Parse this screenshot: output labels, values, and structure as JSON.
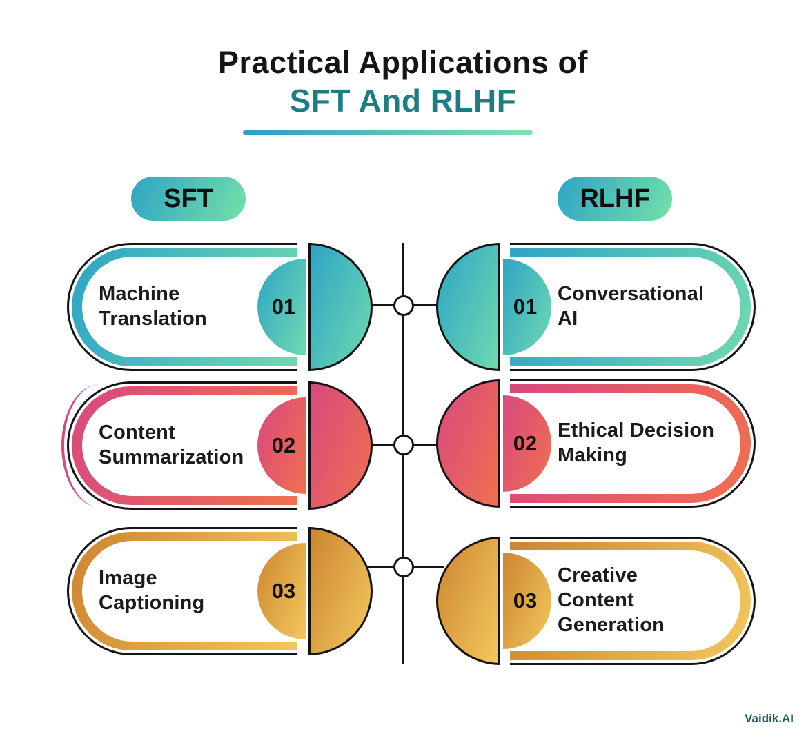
{
  "title": {
    "line1": "Practical Applications of",
    "line2": "SFT And RLHF"
  },
  "columns": {
    "left_header": "SFT",
    "right_header": "RLHF"
  },
  "items": {
    "left": [
      {
        "number": "01",
        "label": "Machine Translation",
        "theme": "teal"
      },
      {
        "number": "02",
        "label": "Content Summarization",
        "theme": "pink"
      },
      {
        "number": "03",
        "label": "Image Captioning",
        "theme": "gold"
      }
    ],
    "right": [
      {
        "number": "01",
        "label": "Conversational AI",
        "theme": "teal"
      },
      {
        "number": "02",
        "label": "Ethical Decision Making",
        "theme": "pink"
      },
      {
        "number": "03",
        "label": "Creative Content Generation",
        "theme": "gold"
      }
    ]
  },
  "colors": {
    "teal_gradient_start": "#2ea4c5",
    "teal_gradient_end": "#6fdab0",
    "pink_gradient_start": "#d7497f",
    "pink_gradient_end": "#f0704f",
    "gold_gradient_start": "#cd8530",
    "gold_gradient_end": "#f3c85e",
    "title_accent": "#1e7d82",
    "outline": "#141414",
    "credit_color": "#1d5c60"
  },
  "credit": "Vaidik.AI"
}
